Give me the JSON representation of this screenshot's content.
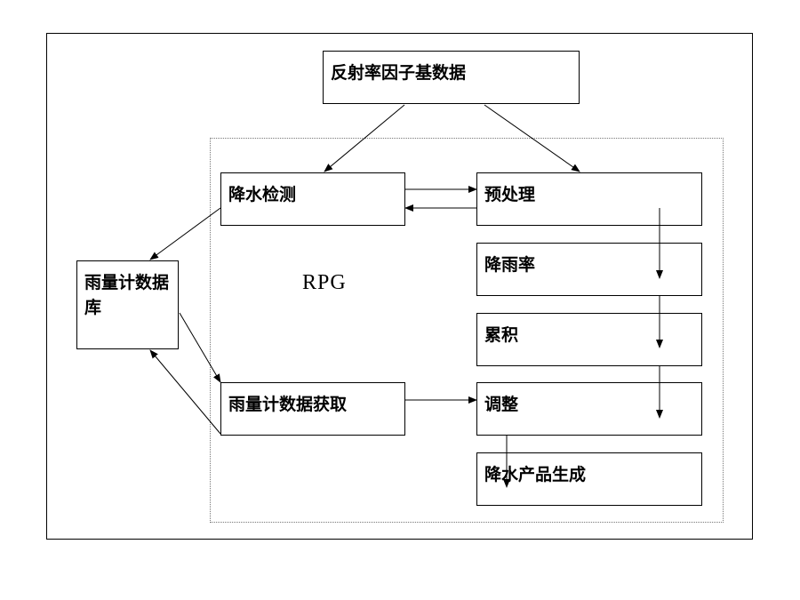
{
  "diagram": {
    "region_label": "RPG",
    "nodes": {
      "reflectivity": "反射率因子基数据",
      "precip_detect": "降水检测",
      "preprocess": "预处理",
      "rain_rate": "降雨率",
      "accumulate": "累积",
      "adjust": "调整",
      "product_gen": "降水产品生成",
      "gauge_db": "雨量计数据库",
      "gauge_acquire": "雨量计数据获取"
    }
  }
}
